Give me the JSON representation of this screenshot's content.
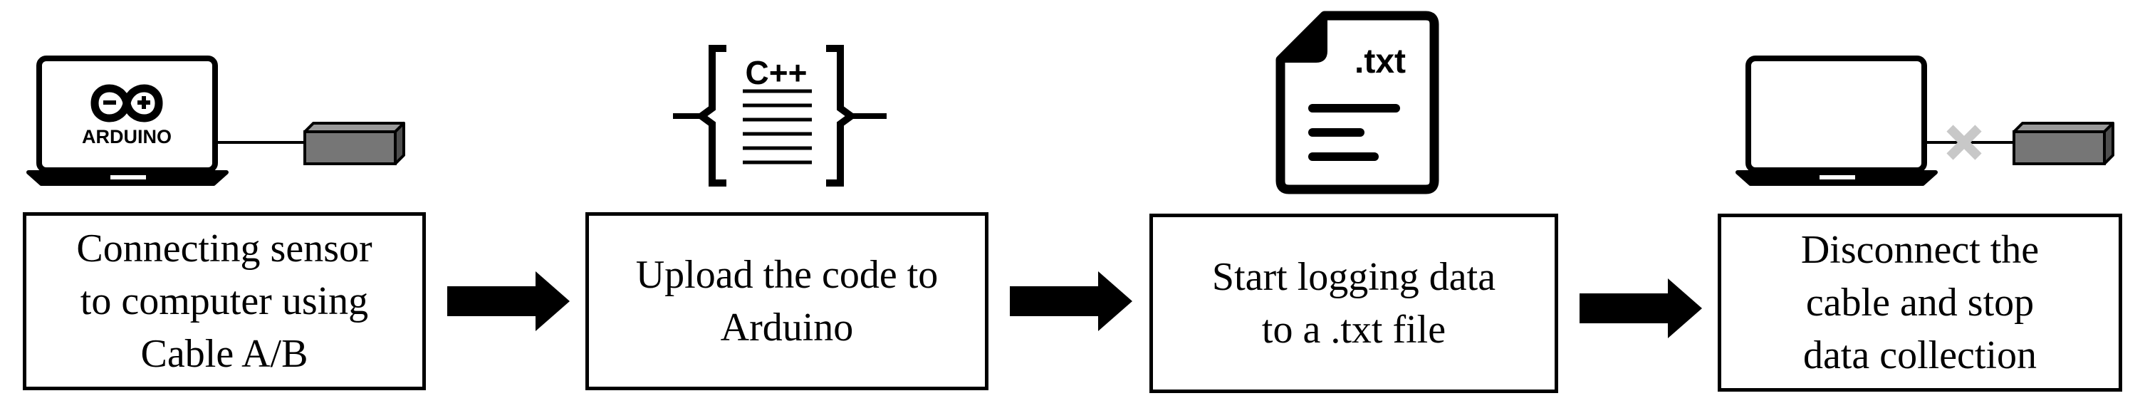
{
  "steps": [
    {
      "label": "Connecting sensor\nto computer using\nCable A/B",
      "icon": "laptop-arduino-sensor-icon"
    },
    {
      "label": "Upload the code to\nArduino",
      "icon": "cpp-code-icon"
    },
    {
      "label": "Start logging data\nto a .txt file",
      "icon": "txt-file-icon"
    },
    {
      "label": "Disconnect the\ncable and stop\ndata collection",
      "icon": "laptop-disconnected-sensor-icon"
    }
  ],
  "icons": {
    "arduino_logo_text": "ARDUINO",
    "code_label": "C++",
    "file_label": ".txt"
  },
  "colors": {
    "stroke": "#000000",
    "sensor_fill": "#767676",
    "disconnect_mark": "#c8c8c8"
  }
}
